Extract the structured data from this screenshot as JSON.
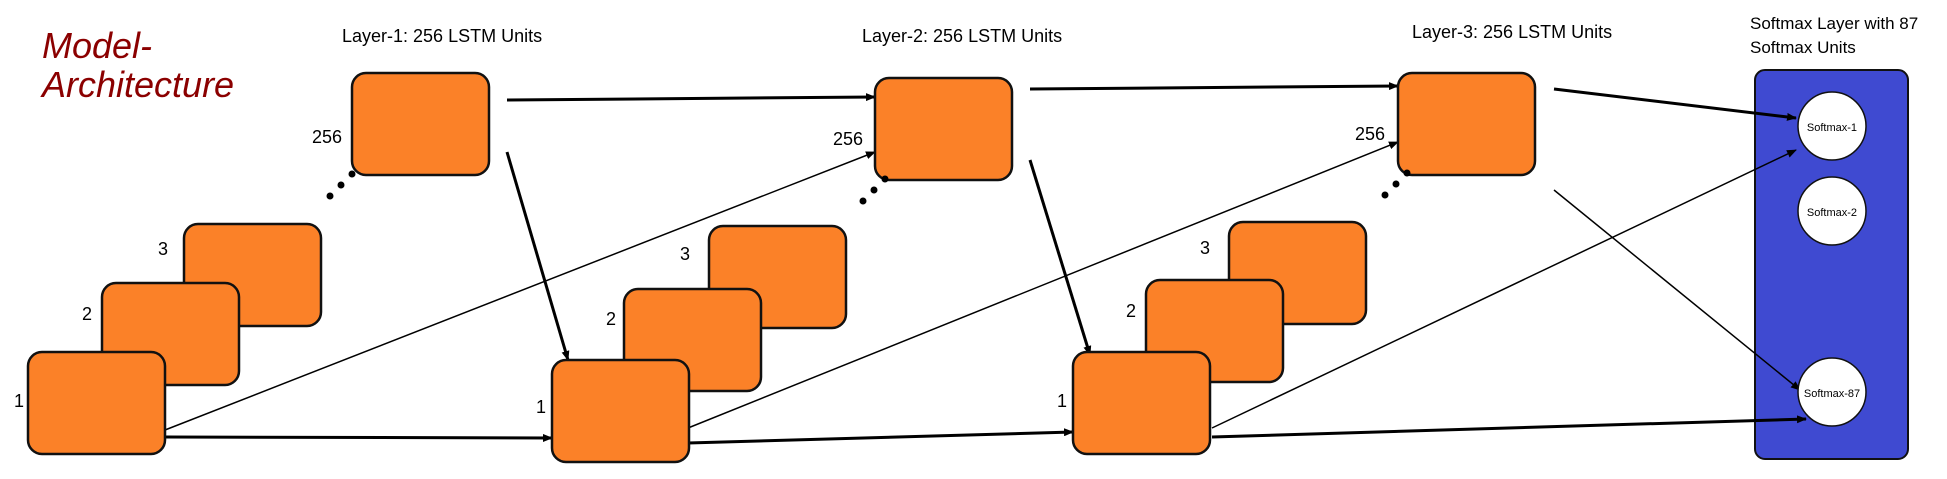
{
  "title_lines": [
    "Model-",
    "Architecture"
  ],
  "layers": [
    {
      "label": "Layer-1:  256 LSTM Units",
      "unit_labels": [
        "1",
        "2",
        "3",
        "256"
      ]
    },
    {
      "label": "Layer-2:  256 LSTM Units",
      "unit_labels": [
        "1",
        "2",
        "3",
        "256"
      ]
    },
    {
      "label": "Layer-3:  256 LSTM Units",
      "unit_labels": [
        "1",
        "2",
        "3",
        "256"
      ]
    }
  ],
  "softmax": {
    "label_lines": [
      "Softmax Layer with 87",
      "Softmax Units"
    ],
    "units": [
      "Softmax-1",
      "Softmax-2",
      "Softmax-87"
    ]
  },
  "colors": {
    "lstm_unit": "#fb8128",
    "softmax_panel": "#3f4ad1",
    "title": "#8b0000",
    "arrow": "#000000"
  }
}
